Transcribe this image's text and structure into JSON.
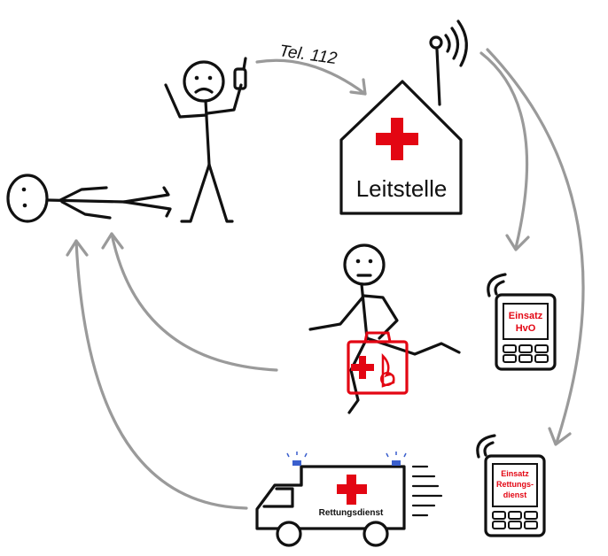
{
  "labels": {
    "call": "Tel. 112",
    "dispatch_center": "Leitstelle",
    "pager_1_line1": "Einsatz",
    "pager_1_line2": "HvO",
    "pager_2_line1": "Einsatz",
    "pager_2_line2": "Rettungs-",
    "pager_2_line3": "dienst",
    "ambulance": "Rettungsdienst"
  },
  "colors": {
    "ink": "#111111",
    "arrow": "#9a9a9a",
    "cross": "#e30613"
  }
}
